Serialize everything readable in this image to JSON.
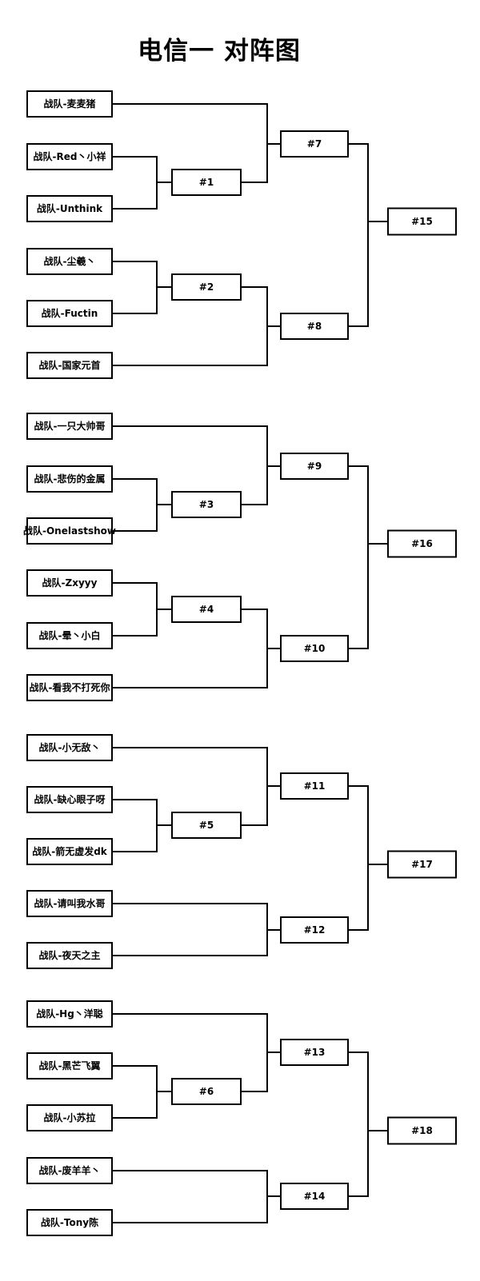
{
  "title": "电信一 对阵图",
  "teams": [
    "战队-麦麦猪",
    "战队-Red丶小祥",
    "战队-Unthink",
    "战队-尘羲丶",
    "战队-Fuctin",
    "战队-国家元首",
    "战队-一只大帅哥",
    "战队-悲伤的金属",
    "战队-Onelastshow",
    "战队-Zxyyy",
    "战队-晕丶小白",
    "战队-看我不打死你",
    "战队-小无敌丶",
    "战队-缺心眼子呀",
    "战队-箭无虚发dk",
    "战队-请叫我水哥",
    "战队-夜天之主",
    "战队-Hg丶洋聪",
    "战队-黑芒飞翼",
    "战队-小苏拉",
    "战队-废羊羊丶",
    "战队-Tony陈"
  ],
  "matches": [
    {
      "label": "#1"
    },
    {
      "label": "#2"
    },
    {
      "label": "#3"
    },
    {
      "label": "#4"
    },
    {
      "label": "#5"
    },
    {
      "label": "#6"
    },
    {
      "label": "#7"
    },
    {
      "label": "#8"
    },
    {
      "label": "#9"
    },
    {
      "label": "#10"
    },
    {
      "label": "#11"
    },
    {
      "label": "#12"
    },
    {
      "label": "#13"
    },
    {
      "label": "#14"
    },
    {
      "label": "#15"
    },
    {
      "label": "#16"
    },
    {
      "label": "#17"
    },
    {
      "label": "#18"
    }
  ]
}
